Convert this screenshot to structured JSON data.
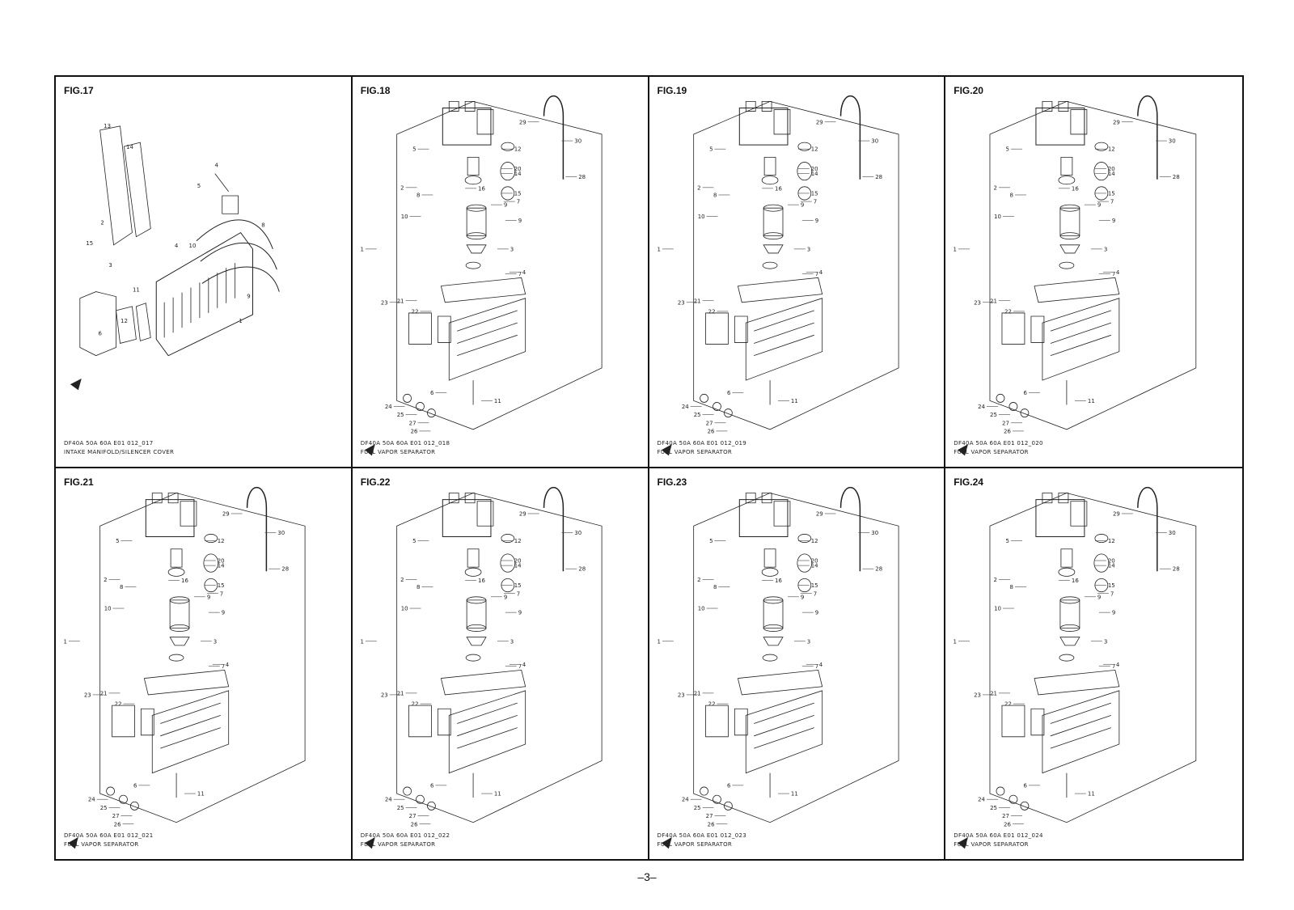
{
  "page_number": "–3–",
  "figures": [
    {
      "label": "FIG.17",
      "code": "DF40A 50A 60A E01 012_017",
      "title": "INTAKE MANIFOLD/SILENCER COVER"
    },
    {
      "label": "FIG.18",
      "code": "DF40A 50A 60A E01 012_018",
      "title": "FUEL VAPOR SEPARATOR"
    },
    {
      "label": "FIG.19",
      "code": "DF40A 50A 60A E01 012_019",
      "title": "FUEL VAPOR SEPARATOR"
    },
    {
      "label": "FIG.20",
      "code": "DF40A 50A 60A E01 012_020",
      "title": "FUEL VAPOR SEPARATOR"
    },
    {
      "label": "FIG.21",
      "code": "DF40A 50A 60A E01 012_021",
      "title": "FUEL VAPOR SEPARATOR"
    },
    {
      "label": "FIG.22",
      "code": "DF40A 50A 60A E01 012_022",
      "title": "FUEL VAPOR SEPARATOR"
    },
    {
      "label": "FIG.23",
      "code": "DF40A 50A 60A E01 012_023",
      "title": "FUEL VAPOR SEPARATOR"
    },
    {
      "label": "FIG.24",
      "code": "DF40A 50A 60A E01 012_024",
      "title": "FUEL VAPOR SEPARATOR"
    }
  ],
  "intake_parts": [
    "13",
    "14",
    "4",
    "5",
    "8",
    "15",
    "4",
    "10",
    "3",
    "11",
    "12",
    "6",
    "1",
    "9",
    "2"
  ],
  "separator_parts": [
    "1",
    "5",
    "12",
    "20",
    "14",
    "16",
    "15",
    "2",
    "8",
    "9",
    "7",
    "10",
    "9",
    "3",
    "7",
    "23",
    "21",
    "22",
    "4",
    "6",
    "11",
    "24",
    "25",
    "27",
    "26",
    "29",
    "30",
    "28"
  ]
}
